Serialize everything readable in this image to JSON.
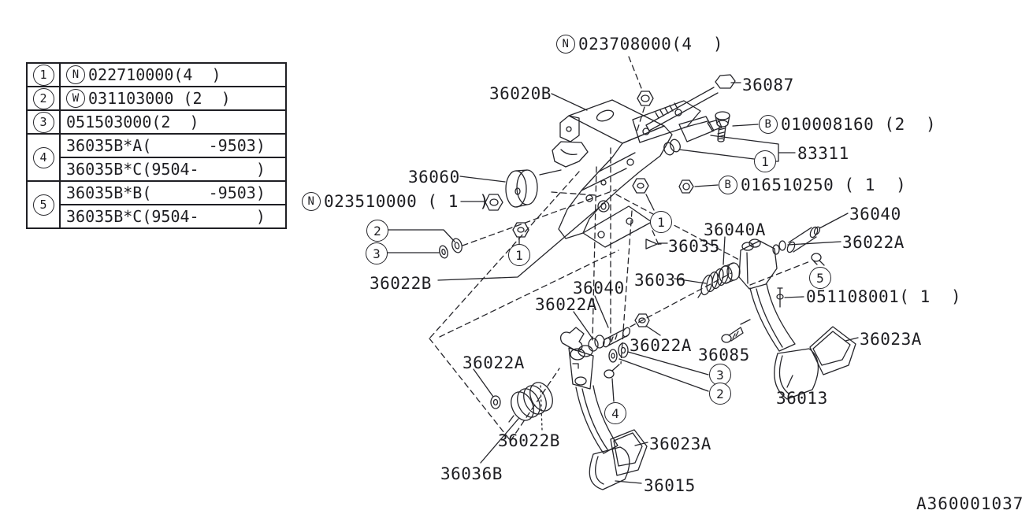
{
  "legend": {
    "rows": [
      {
        "ref": "1",
        "prefix": "N",
        "text": "022710000(4  )"
      },
      {
        "ref": "2",
        "prefix": "W",
        "text": "031103000 (2  )"
      },
      {
        "ref": "3",
        "text": "051503000(2  )"
      },
      {
        "ref": "4",
        "lines": [
          "36035B*A(      -9503)",
          "36035B*C(9504-      )"
        ]
      },
      {
        "ref": "5",
        "lines": [
          "36035B*B(      -9503)",
          "36035B*C(9504-      )"
        ]
      }
    ]
  },
  "callouts": {
    "n023708000": {
      "prefix": "N",
      "text": "023708000(4  )"
    },
    "b010008160": {
      "prefix": "B",
      "text": "010008160 (2  )"
    },
    "b016510250": {
      "prefix": "B",
      "text": "016510250 ( 1  )"
    },
    "n023510000": {
      "prefix": "N",
      "text": "023510000 ( 1  )"
    },
    "p36020B": "36020B",
    "p36087": "36087",
    "p83311": "83311",
    "p36060": "36060",
    "p36040": "36040",
    "p36040A": "36040A",
    "p36022A": "36022A",
    "p36035": "36035",
    "p36036": "36036",
    "p36085": "36085",
    "p051108001": "051108001( 1  )",
    "p36023A": "36023A",
    "p36013": "36013",
    "p36022B": "36022B",
    "p36036B": "36036B",
    "p36015": "36015"
  },
  "refs": {
    "r1": "1",
    "r2": "2",
    "r3": "3",
    "r4": "4",
    "r5": "5"
  },
  "footer": {
    "diagram_code": "A360001037"
  },
  "colors": {
    "line": "#25252a",
    "background": "#ffffff"
  }
}
